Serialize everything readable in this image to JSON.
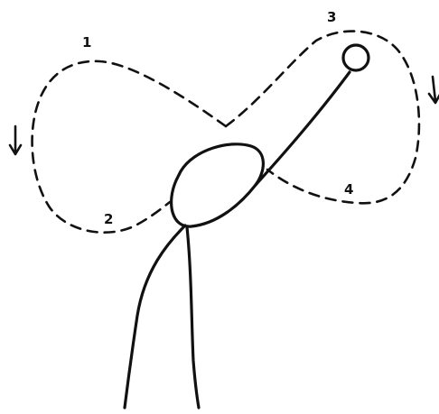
{
  "labels": {
    "n1": "1",
    "n2": "2",
    "n3": "3",
    "n4": "4"
  }
}
